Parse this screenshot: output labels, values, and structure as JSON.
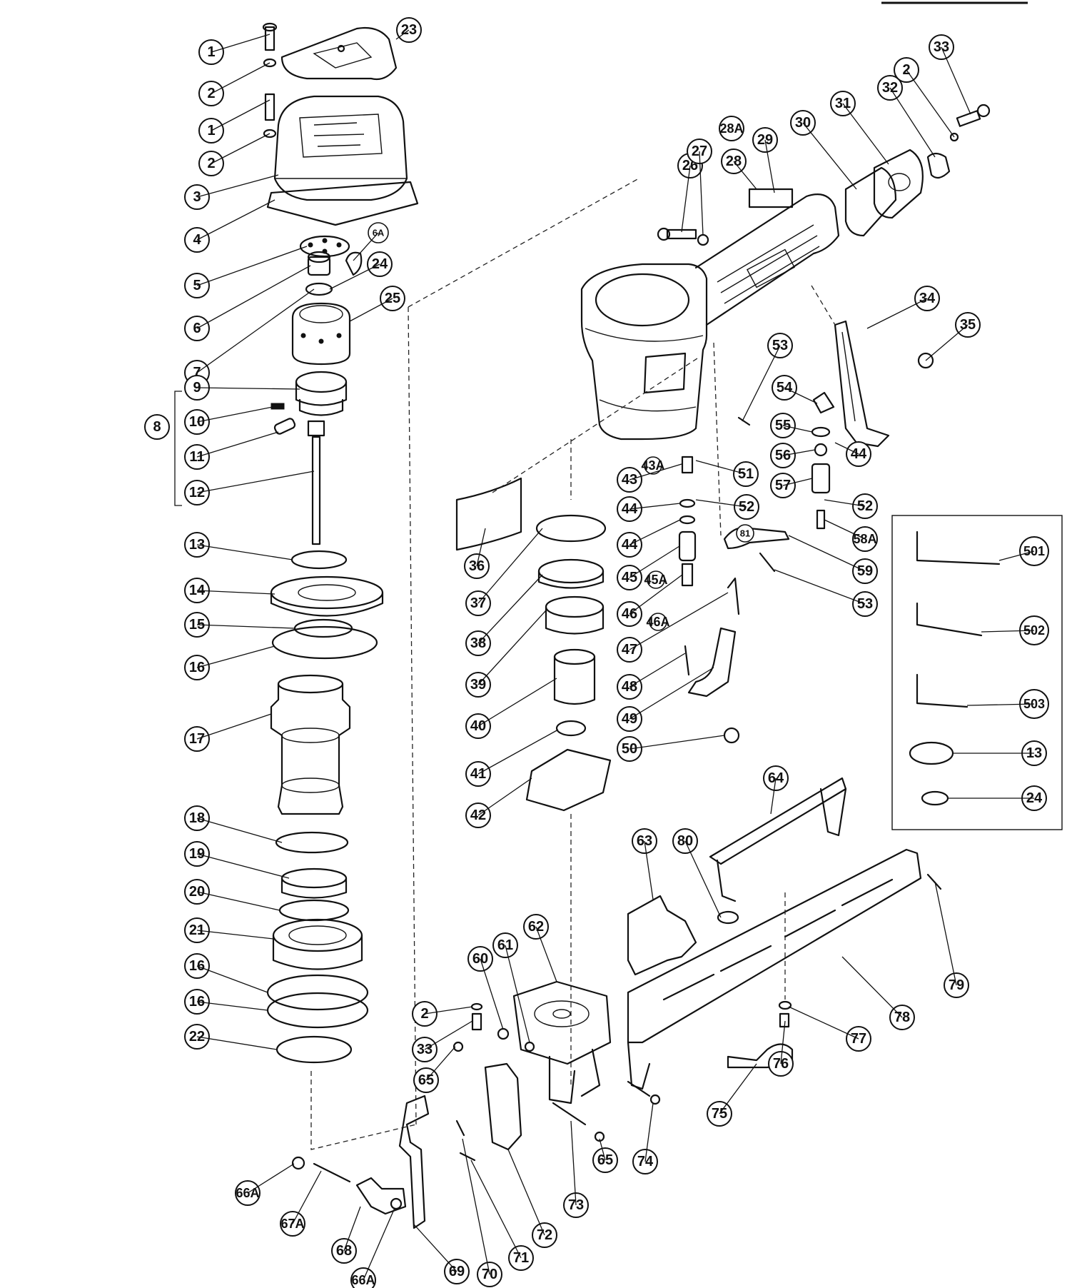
{
  "diagram": {
    "callouts": [
      "1",
      "2",
      "1",
      "2",
      "3",
      "4",
      "5",
      "6",
      "6A",
      "7",
      "24",
      "25",
      "8",
      "9",
      "10",
      "11",
      "12",
      "13",
      "14",
      "15",
      "16",
      "17",
      "18",
      "19",
      "20",
      "21",
      "16",
      "16",
      "22",
      "23",
      "26",
      "27",
      "28",
      "28A",
      "29",
      "30",
      "31",
      "32",
      "2",
      "33",
      "34",
      "35",
      "36",
      "37",
      "38",
      "39",
      "40",
      "41",
      "42",
      "43",
      "43A",
      "44",
      "44",
      "45",
      "45A",
      "46",
      "46A",
      "47",
      "48",
      "49",
      "50",
      "51",
      "52",
      "81",
      "53",
      "54",
      "55",
      "56",
      "57",
      "52",
      "58A",
      "59",
      "53",
      "44",
      "501",
      "502",
      "503",
      "13",
      "24",
      "63",
      "80",
      "64",
      "62",
      "61",
      "60",
      "2",
      "33",
      "65",
      "65",
      "74",
      "75",
      "76",
      "77",
      "78",
      "79",
      "66A",
      "67A",
      "68",
      "66A",
      "69",
      "70",
      "71",
      "72",
      "73"
    ]
  }
}
